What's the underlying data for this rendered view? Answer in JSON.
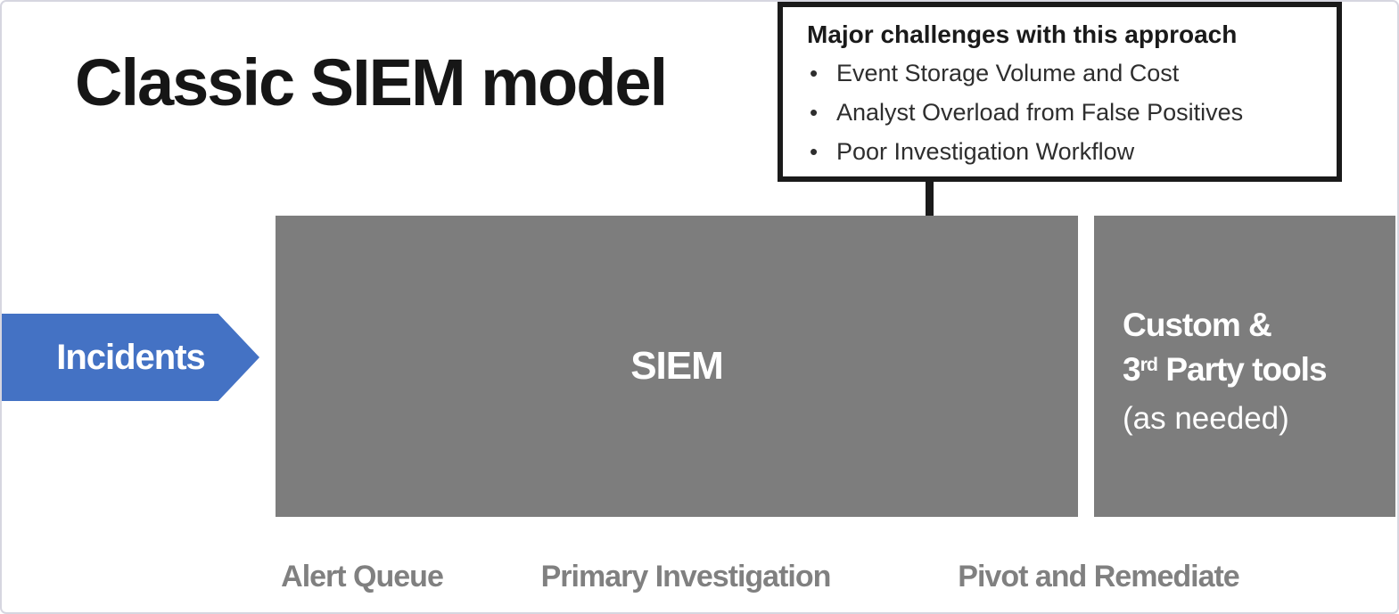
{
  "slide": {
    "title": "Classic SIEM model"
  },
  "callout": {
    "title": "Major challenges with this approach",
    "bullets": [
      "Event Storage Volume and Cost",
      "Analyst Overload from False Positives",
      "Poor Investigation Workflow"
    ]
  },
  "diagram": {
    "incidents_label": "Incidents",
    "siem_label": "SIEM",
    "tools_line1": "Custom &",
    "tools_line2_base": "3",
    "tools_line2_sup": "rd",
    "tools_line2_rest": " Party tools",
    "tools_line3": "(as needed)"
  },
  "stages": {
    "alert_queue": "Alert Queue",
    "primary_investigation": "Primary Investigation",
    "pivot_remediate": "Pivot and Remediate"
  },
  "colors": {
    "incidents_arrow_blue": "#4472C4",
    "box_gray": "#7D7D7D",
    "stage_label_gray": "#808080",
    "callout_border_black": "#1A1A1A",
    "text_white": "#FFFFFF"
  }
}
